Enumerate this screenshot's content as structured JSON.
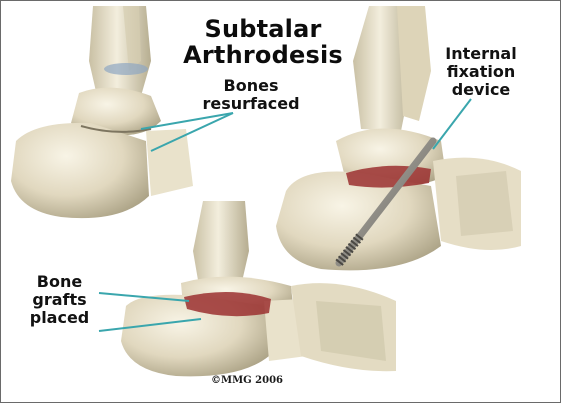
{
  "title": {
    "line1": "Subtalar",
    "line2": "Arthrodesis"
  },
  "labels": {
    "bones_resurfaced": [
      "Bones",
      "resurfaced"
    ],
    "internal_fixation": [
      "Internal",
      "fixation",
      "device"
    ],
    "bone_grafts": [
      "Bone",
      "grafts",
      "placed"
    ]
  },
  "copyright": "©MMG 2006",
  "colors": {
    "bone": "#e4dcc4",
    "bone_shadow": "#9d9478",
    "bone_light": "#f6f1e2",
    "graft": "#9b3030",
    "leader_line": "#3aa6ad",
    "screw": "#7c7a74",
    "background": "#ffffff"
  }
}
